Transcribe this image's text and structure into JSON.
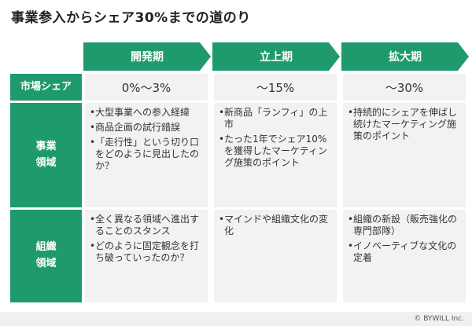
{
  "title": "事業参入からシェア30%までの道のり",
  "phases": [
    "開発期",
    "立上期",
    "拡大期"
  ],
  "rows": {
    "share": {
      "label": "市場シェア",
      "values": [
        "0%～3%",
        "～15%",
        "～30%"
      ]
    },
    "business": {
      "label": "事業\n領域",
      "cells": [
        [
          "大型事業への参入経緯",
          "商品企画の試行錯誤",
          "「走行性」という切り口をどのように見出したのか？"
        ],
        [
          "新商品「ランフィ」の上市",
          "たった1年でシェア10%を獲得したマーケティング施策のポイント"
        ],
        [
          "持続的にシェアを伸ばし続けたマーケティング施策のポイント"
        ]
      ]
    },
    "organization": {
      "label": "組織\n領域",
      "cells": [
        [
          "全く異なる領域へ進出することのスタンス",
          "どのように固定観念を打ち破っていったのか？"
        ],
        [
          "マインドや組織文化の変化"
        ],
        [
          "組織の新設（販売強化の専門部隊）",
          "イノベーティブな文化の定着"
        ]
      ]
    }
  },
  "footer": "© BYWILL Inc."
}
